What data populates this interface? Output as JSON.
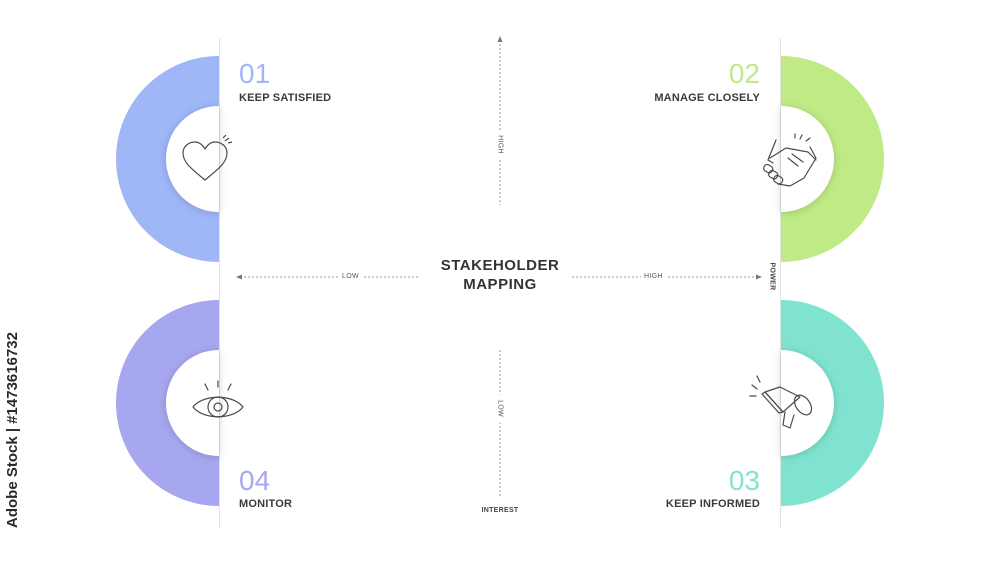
{
  "diagram": {
    "title_line1": "STAKEHOLDER",
    "title_line2": "MAPPING",
    "axes": {
      "horizontal_low": "LOW",
      "horizontal_high": "HIGH",
      "vertical_high": "HIGH",
      "vertical_low": "LOW",
      "power": "POWER",
      "interest": "INTEREST"
    },
    "quadrants": [
      {
        "number": "01",
        "label": "KEEP SATISFIED",
        "color": "#9fb6f7",
        "icon": "heart-icon"
      },
      {
        "number": "02",
        "label": "MANAGE CLOSELY",
        "color": "#bfea86",
        "icon": "handshake-icon"
      },
      {
        "number": "03",
        "label": "KEEP INFORMED",
        "color": "#7fe3cf",
        "icon": "megaphone-icon"
      },
      {
        "number": "04",
        "label": "MONITOR",
        "color": "#a6a7ee",
        "icon": "eye-icon"
      }
    ]
  },
  "watermark": {
    "side_text": "Adobe Stock | #1473616732"
  }
}
